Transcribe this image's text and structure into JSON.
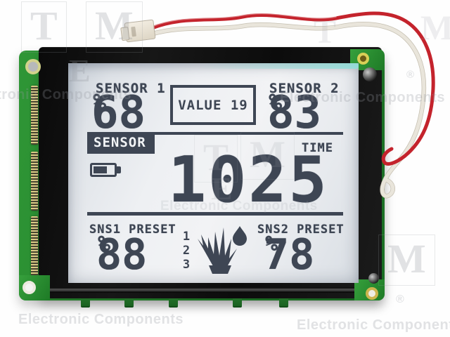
{
  "display": {
    "sensor1_label": "SENSOR 1",
    "sensor1_value": "68",
    "sensor1_unit": "%",
    "value_box_text": "VALUE 19",
    "sensor2_label": "SENSOR 2",
    "sensor2_value": "83",
    "sensor2_unit": "%",
    "section_tag": "SENSOR",
    "time_label": "TIME",
    "main_reading": "1025",
    "sns1_label": "SNS1 PRESET",
    "sns1_value": "88",
    "sns1_unit": "%",
    "steps": [
      "1",
      "2",
      "3"
    ],
    "sns2_label": "SNS2 PRESET",
    "sns2_value": "78",
    "sns2_unit": "%"
  },
  "watermark": {
    "letter_t": "T",
    "letter_m": "M",
    "letter_e": "E",
    "brand_text": "Electronic Components",
    "registered_mark": "®"
  },
  "colors": {
    "lcd_segment": "#3e4654",
    "lcd_background": "#eceef2",
    "pcb_green": "#2f9636",
    "bezel_black": "#131313",
    "wire_red": "#c4232c",
    "wire_white": "#e9e5db",
    "glass_glint_cyan": "#8fe0da"
  }
}
